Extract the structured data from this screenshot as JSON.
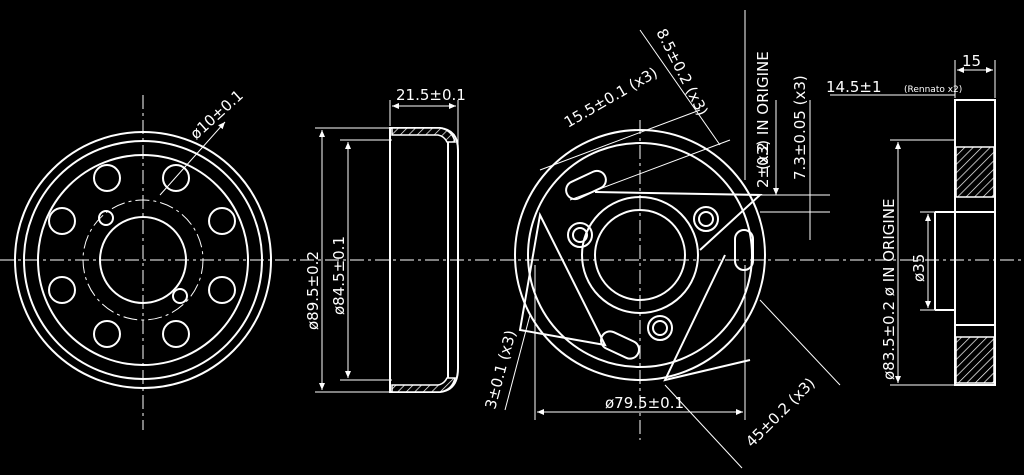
{
  "colors": {
    "background": "#000000",
    "linework": "#ffffff"
  },
  "labels": {
    "hole_dia": "ø10±0.1",
    "width_21": "21.5±0.1",
    "outer_89": "ø89.5±0.2",
    "inner_84": "ø84.5±0.1",
    "slot_15": "15.5±0.1 (x3)",
    "slot_8": "8.5±0.2 (x3)",
    "in_origine_top": "(x3) IN ORIGINE",
    "dim_2": "2±0.2",
    "dim_7": "7.3±0.05 (x3)",
    "dia_79": "ø79.5±0.1",
    "dim_3": "3±0.1 (x3)",
    "dim_45": "45±0.2 (x3)",
    "dim_14": "14.5±1",
    "dim_14_note": "(Rennato x2)",
    "dim_15": "15",
    "dia_35": "ø35",
    "dia_83": "ø83.5±0.2 ø IN ORIGINE"
  }
}
